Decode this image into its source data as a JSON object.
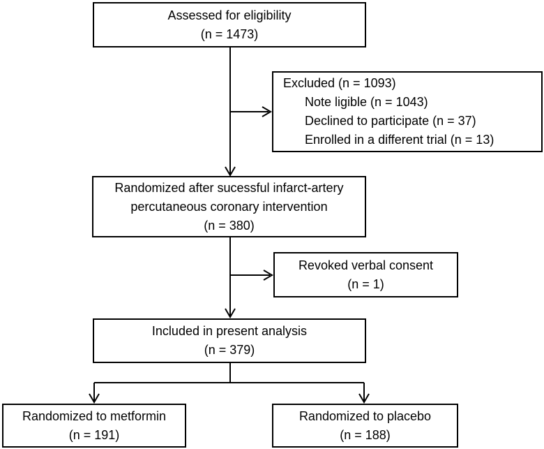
{
  "figure": {
    "type": "flowchart",
    "background_color": "#ffffff",
    "line_color": "#000000",
    "text_color": "#000000"
  },
  "boxes": {
    "assessed": {
      "lines": [
        "Assessed for eligibility",
        "(n = 1473)"
      ]
    },
    "excluded": {
      "heading": "Excluded (n = 1093)",
      "items": [
        "Note ligible (n = 1043)",
        "Declined to participate (n = 37)",
        "Enrolled in a different trial (n = 13)"
      ]
    },
    "randomized": {
      "lines": [
        "Randomized after sucessful infarct-artery",
        "percutaneous coronary intervention",
        "(n = 380)"
      ]
    },
    "revoked": {
      "lines": [
        "Revoked verbal consent",
        "(n = 1)"
      ]
    },
    "included": {
      "lines": [
        "Included in present analysis",
        "(n = 379)"
      ]
    },
    "metformin": {
      "lines": [
        "Randomized to metformin",
        "(n = 191)"
      ]
    },
    "placebo": {
      "lines": [
        "Randomized to placebo",
        "(n = 188)"
      ]
    }
  }
}
